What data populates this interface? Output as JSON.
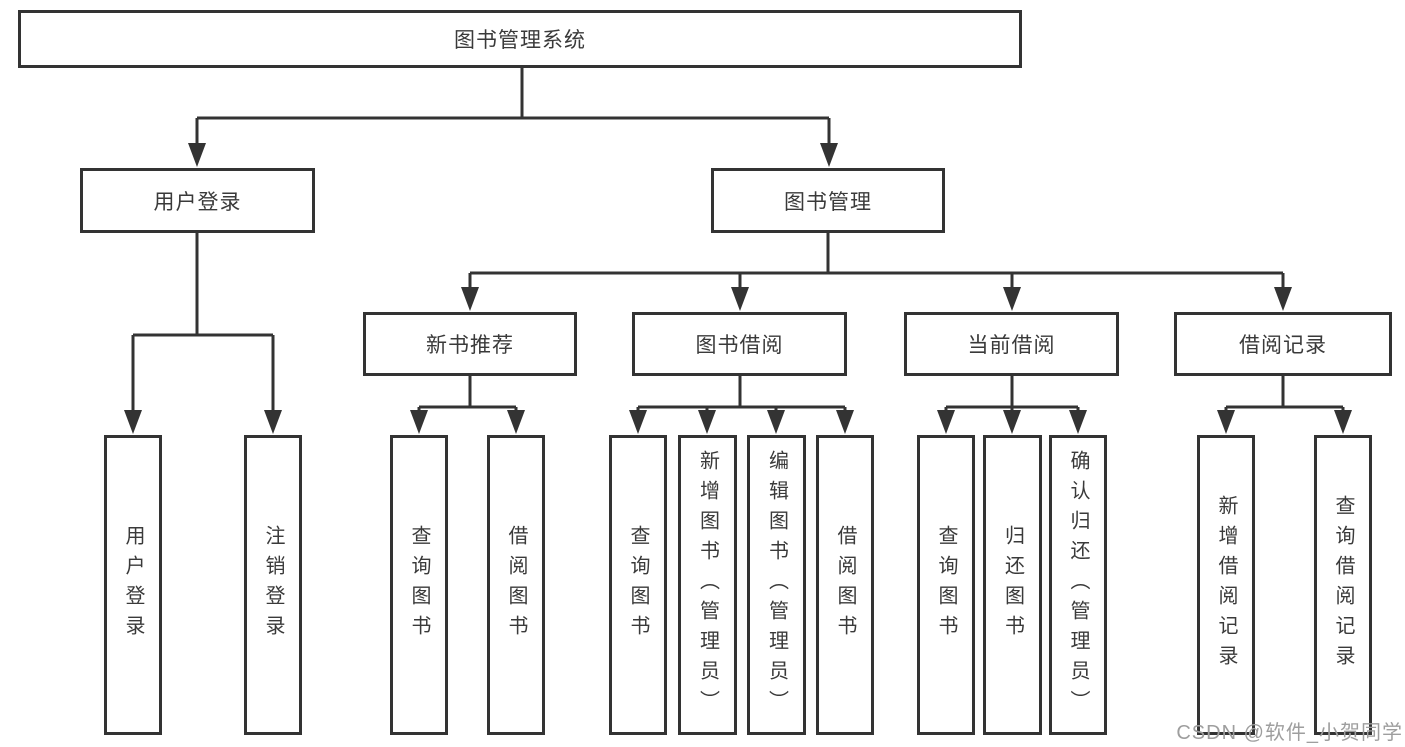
{
  "colors": {
    "line": "#333333",
    "border": "#333333",
    "fill": "#ffffff",
    "text": "#3a3a3a",
    "background": "#ffffff",
    "watermark": "#9e9e9e"
  },
  "watermark": "CSDN @软件_小贺同学",
  "nodes": {
    "root": "图书管理系统",
    "user_login": "用户登录",
    "book_mgmt": "图书管理",
    "new_book_rec": "新书推荐",
    "book_borrow": "图书借阅",
    "current_borrow": "当前借阅",
    "borrow_record": "借阅记录",
    "ul_user_login": "用户登录",
    "ul_logout": "注销登录",
    "nbr_query_book": "查询图书",
    "nbr_borrow_book": "借阅图书",
    "bb_query_book": "查询图书",
    "bb_add_book": "新增图书（管理员）",
    "bb_edit_book": "编辑图书（管理员）",
    "bb_borrow_book": "借阅图书",
    "cb_query_book": "查询图书",
    "cb_return_book": "归还图书",
    "cb_confirm_return": "确认归还（管理员）",
    "br_add_record": "新增借阅记录",
    "br_query_record": "查询借阅记录"
  }
}
